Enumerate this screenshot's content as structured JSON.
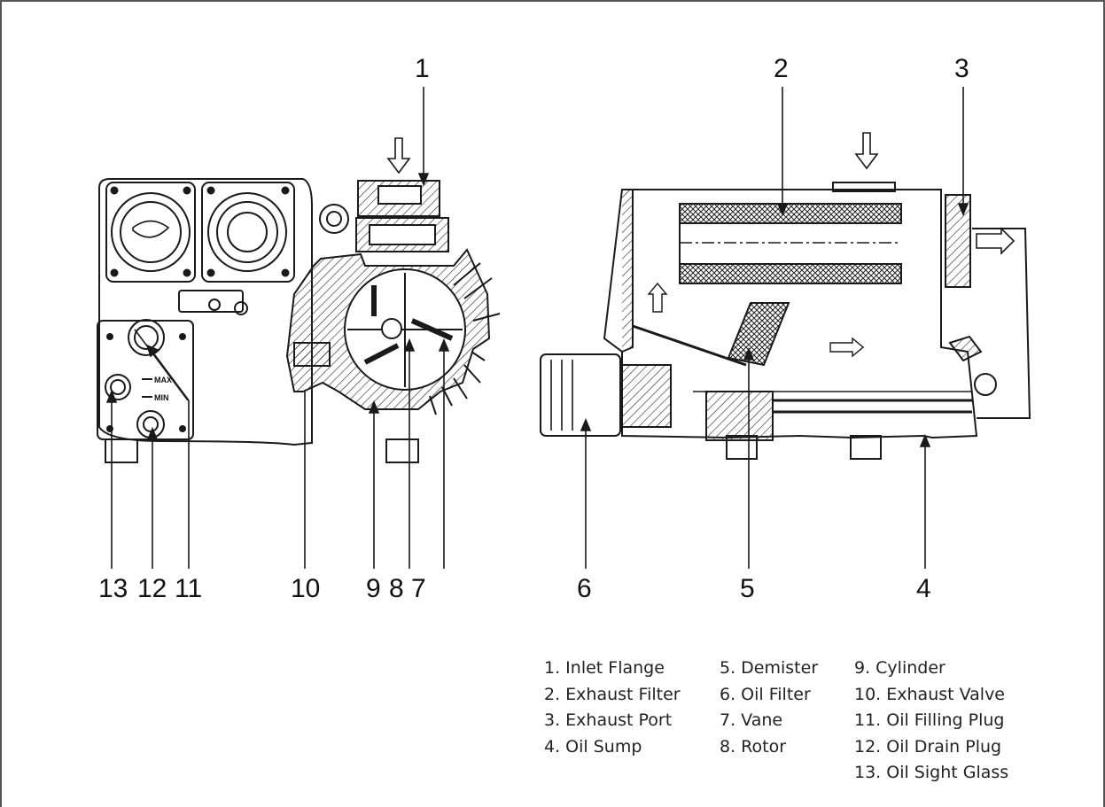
{
  "callouts": {
    "c1": "1",
    "c2": "2",
    "c3": "3",
    "c4": "4",
    "c5": "5",
    "c6": "6",
    "c7": "7",
    "c8": "8",
    "c9": "9",
    "c10": "10",
    "c11": "11",
    "c12": "12",
    "c13": "13"
  },
  "gauge_labels": {
    "max": "MAX",
    "min": "MIN"
  },
  "legend": {
    "col1": [
      "1. Inlet Flange",
      "2. Exhaust Filter",
      "3. Exhaust Port",
      "4. Oil  Sump"
    ],
    "col2": [
      "5. Demister",
      "6. Oil Filter",
      "7. Vane",
      "8. Rotor"
    ],
    "col3": [
      "9. Cylinder",
      "10. Exhaust Valve",
      "11. Oil Filling Plug",
      "12. Oil Drain Plug",
      "13. Oil Sight Glass"
    ]
  },
  "colors": {
    "line": "#1a1a1a",
    "hatch": "#333333",
    "background": "#ffffff"
  }
}
